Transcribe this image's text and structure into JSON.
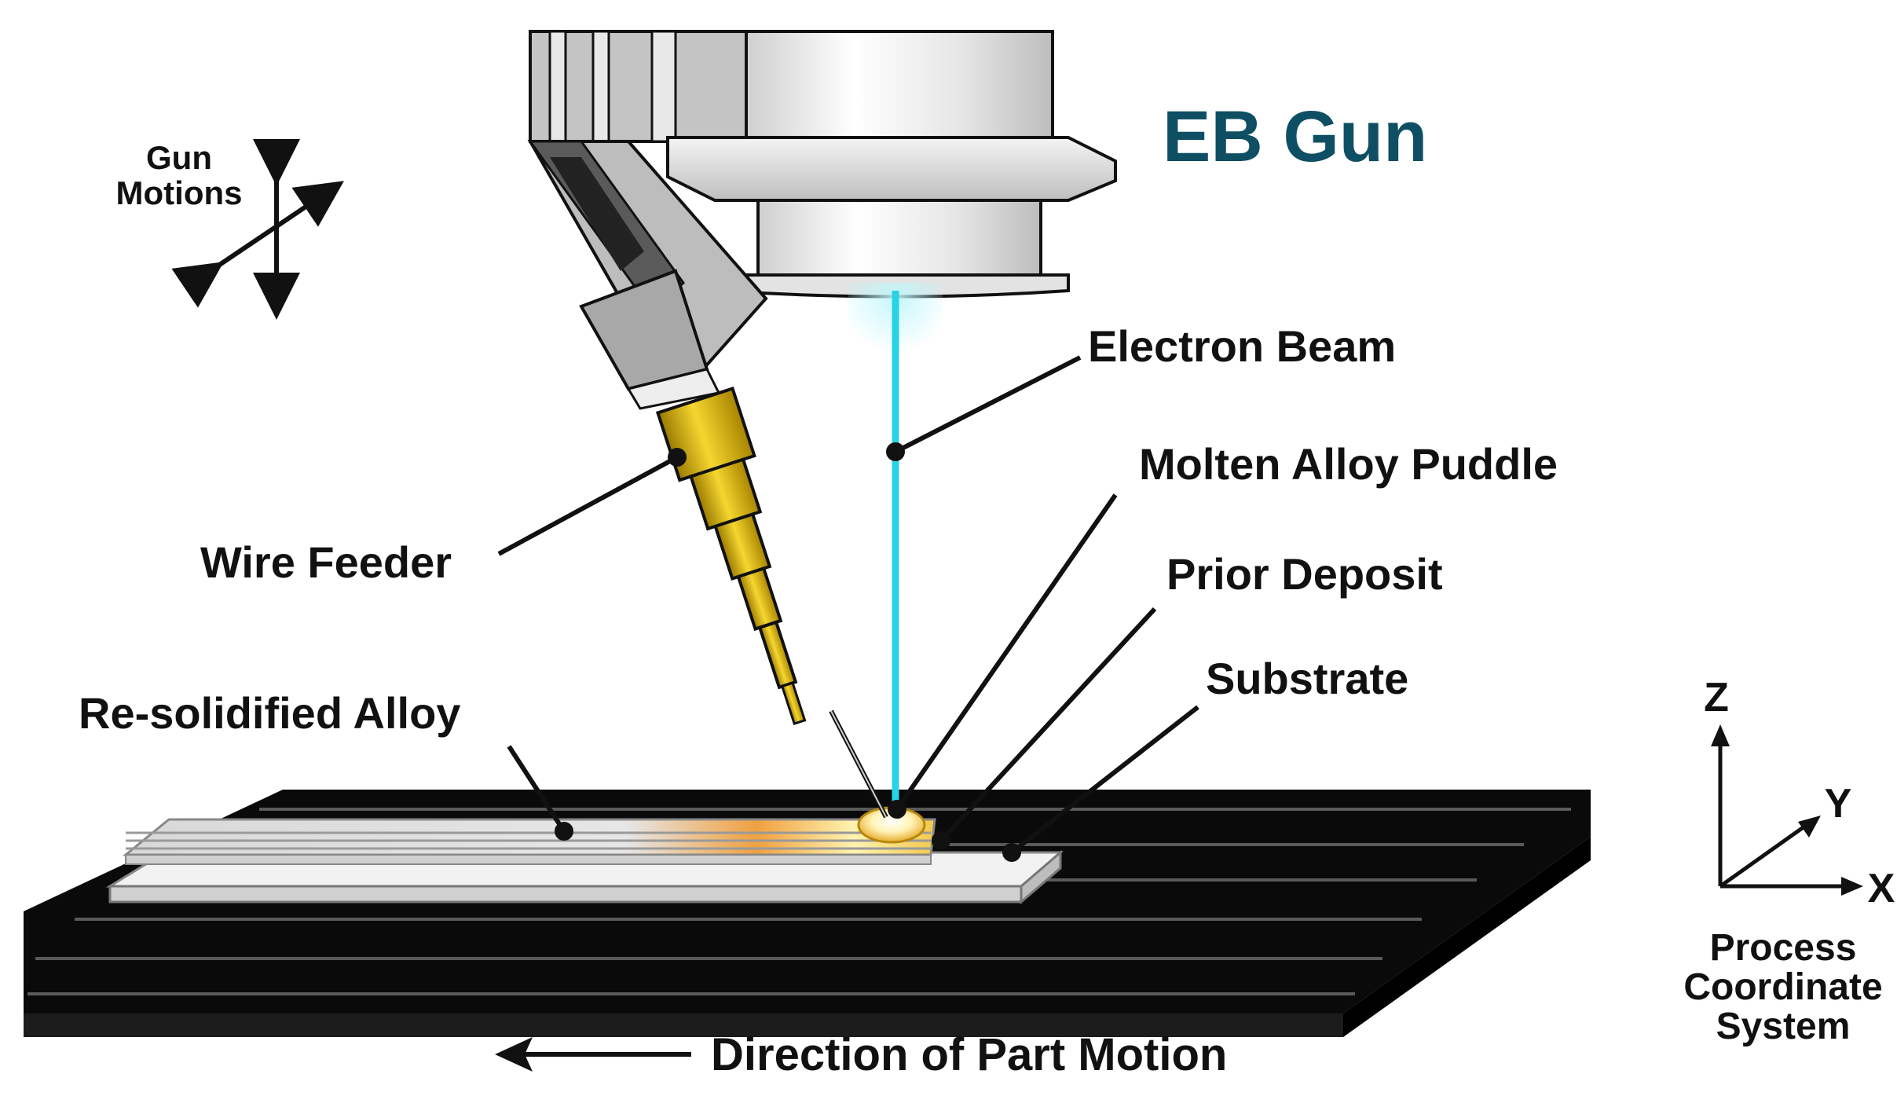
{
  "title": "EB Gun",
  "labels": {
    "gun_motions_line1": "Gun",
    "gun_motions_line2": "Motions",
    "electron_beam": "Electron Beam",
    "molten_alloy_puddle": "Molten Alloy Puddle",
    "wire_feeder": "Wire Feeder",
    "prior_deposit": "Prior Deposit",
    "substrate": "Substrate",
    "re_solidified_alloy": "Re-solidified Alloy",
    "direction_of_part_motion": "Direction of Part Motion"
  },
  "coordinate_system": {
    "z": "Z",
    "y": "Y",
    "x": "X",
    "caption_line1": "Process",
    "caption_line2": "Coordinate",
    "caption_line3": "System"
  },
  "colors": {
    "title": "#0e4f63",
    "beam": "#29d3e6",
    "nozzle": "#d9b20d",
    "platform": "#0a0a0a",
    "text": "#111111"
  }
}
